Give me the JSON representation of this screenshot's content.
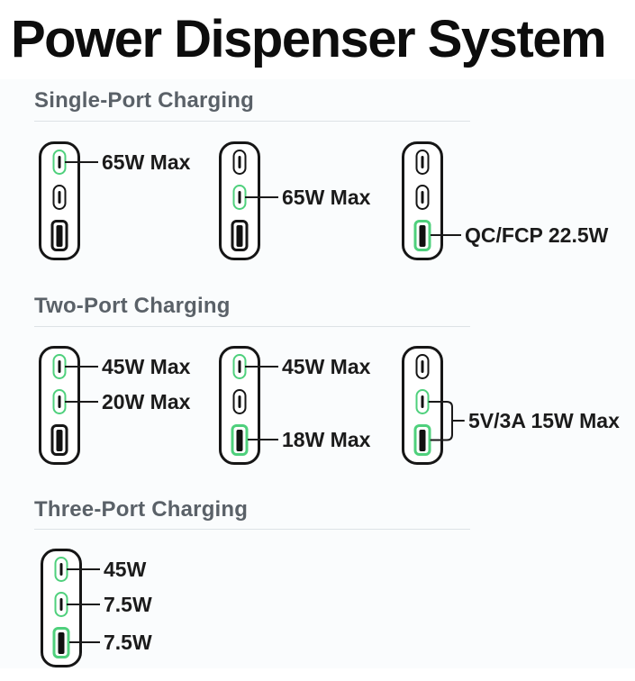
{
  "title": "Power Dispenser System",
  "colors": {
    "active_port_green": "#4fd07c",
    "port_ink": "#161616",
    "heading_gray": "#5a6168",
    "label_ink": "#1b1b1b",
    "divider_gray": "#dde2e6"
  },
  "sections": [
    {
      "heading": "Single-Port Charging",
      "devices": [
        {
          "ports": [
            {
              "type": "usb-c",
              "active": true,
              "label": "65W Max"
            },
            {
              "type": "usb-c",
              "active": false
            },
            {
              "type": "usb-a",
              "active": false
            }
          ]
        },
        {
          "ports": [
            {
              "type": "usb-c",
              "active": false
            },
            {
              "type": "usb-c",
              "active": true,
              "label": "65W Max"
            },
            {
              "type": "usb-a",
              "active": false
            }
          ]
        },
        {
          "ports": [
            {
              "type": "usb-c",
              "active": false
            },
            {
              "type": "usb-c",
              "active": false
            },
            {
              "type": "usb-a",
              "active": true,
              "label": "QC/FCP 22.5W"
            }
          ]
        }
      ]
    },
    {
      "heading": "Two-Port Charging",
      "devices": [
        {
          "ports": [
            {
              "type": "usb-c",
              "active": true,
              "label": "45W Max"
            },
            {
              "type": "usb-c",
              "active": true,
              "label": "20W Max"
            },
            {
              "type": "usb-a",
              "active": false
            }
          ]
        },
        {
          "ports": [
            {
              "type": "usb-c",
              "active": true,
              "label": "45W Max"
            },
            {
              "type": "usb-c",
              "active": false
            },
            {
              "type": "usb-a",
              "active": true,
              "label": "18W Max"
            }
          ]
        },
        {
          "ports": [
            {
              "type": "usb-c",
              "active": false
            },
            {
              "type": "usb-c",
              "active": true
            },
            {
              "type": "usb-a",
              "active": true
            }
          ],
          "group_label": "5V/3A 15W Max"
        }
      ]
    },
    {
      "heading": "Three-Port Charging",
      "devices": [
        {
          "ports": [
            {
              "type": "usb-c",
              "active": true,
              "label": "45W"
            },
            {
              "type": "usb-c",
              "active": true,
              "label": "7.5W"
            },
            {
              "type": "usb-a",
              "active": true,
              "label": "7.5W"
            }
          ]
        }
      ]
    }
  ]
}
